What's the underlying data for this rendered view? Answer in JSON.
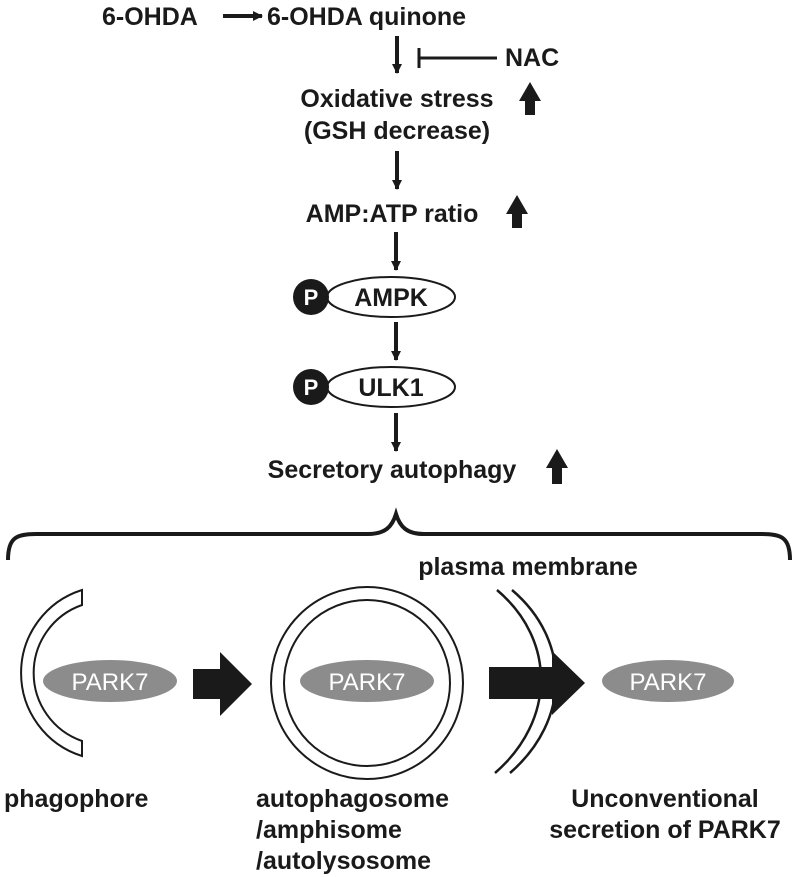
{
  "pathway": {
    "source": "6-OHDA",
    "quinone": "6-OHDA quinone",
    "inhibitor": "NAC",
    "oxidative_line1": "Oxidative stress",
    "oxidative_line2": "(GSH decrease)",
    "amp_atp": "AMP:ATP ratio",
    "phospho_symbol": "P",
    "ampk": "AMPK",
    "ulk1": "ULK1",
    "secretory": "Secretory autophagy"
  },
  "process": {
    "plasma_membrane": "plasma membrane",
    "protein": "PARK7",
    "stage1_label": "phagophore",
    "stage2_line1": "autophagosome",
    "stage2_line2": "/amphisome",
    "stage2_line3": "/autolysosome",
    "stage3_line1": "Unconventional",
    "stage3_line2": "secretion of PARK7"
  },
  "colors": {
    "ink": "#1a1a1a",
    "protein_fill": "#8c8c8c"
  }
}
